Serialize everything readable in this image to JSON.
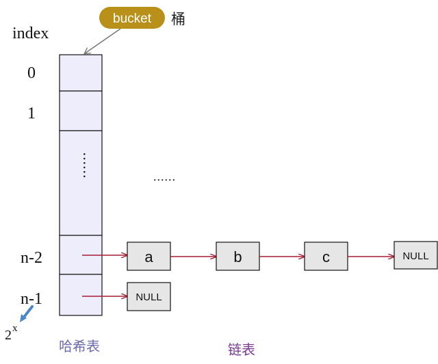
{
  "bucket": {
    "badge_label": "bucket",
    "badge_chinese": "桶",
    "badge_color": "#b8901a"
  },
  "index": {
    "header": "index",
    "labels": [
      "0",
      "1",
      "n-2",
      "n-1"
    ],
    "size_hint": "2",
    "size_exponent": "x"
  },
  "hash_table": {
    "caption": "哈希表",
    "ellipsis": "......",
    "fill_color": "#ededfb"
  },
  "middle_ellipsis": "......",
  "chain": {
    "caption": "链表",
    "caption_color": "#7a3a93",
    "row_n2": [
      "a",
      "b",
      "c",
      "NULL"
    ],
    "row_n1": [
      "NULL"
    ],
    "arrow_color": "#a51d34",
    "node_fill": "#e6e6e6"
  }
}
